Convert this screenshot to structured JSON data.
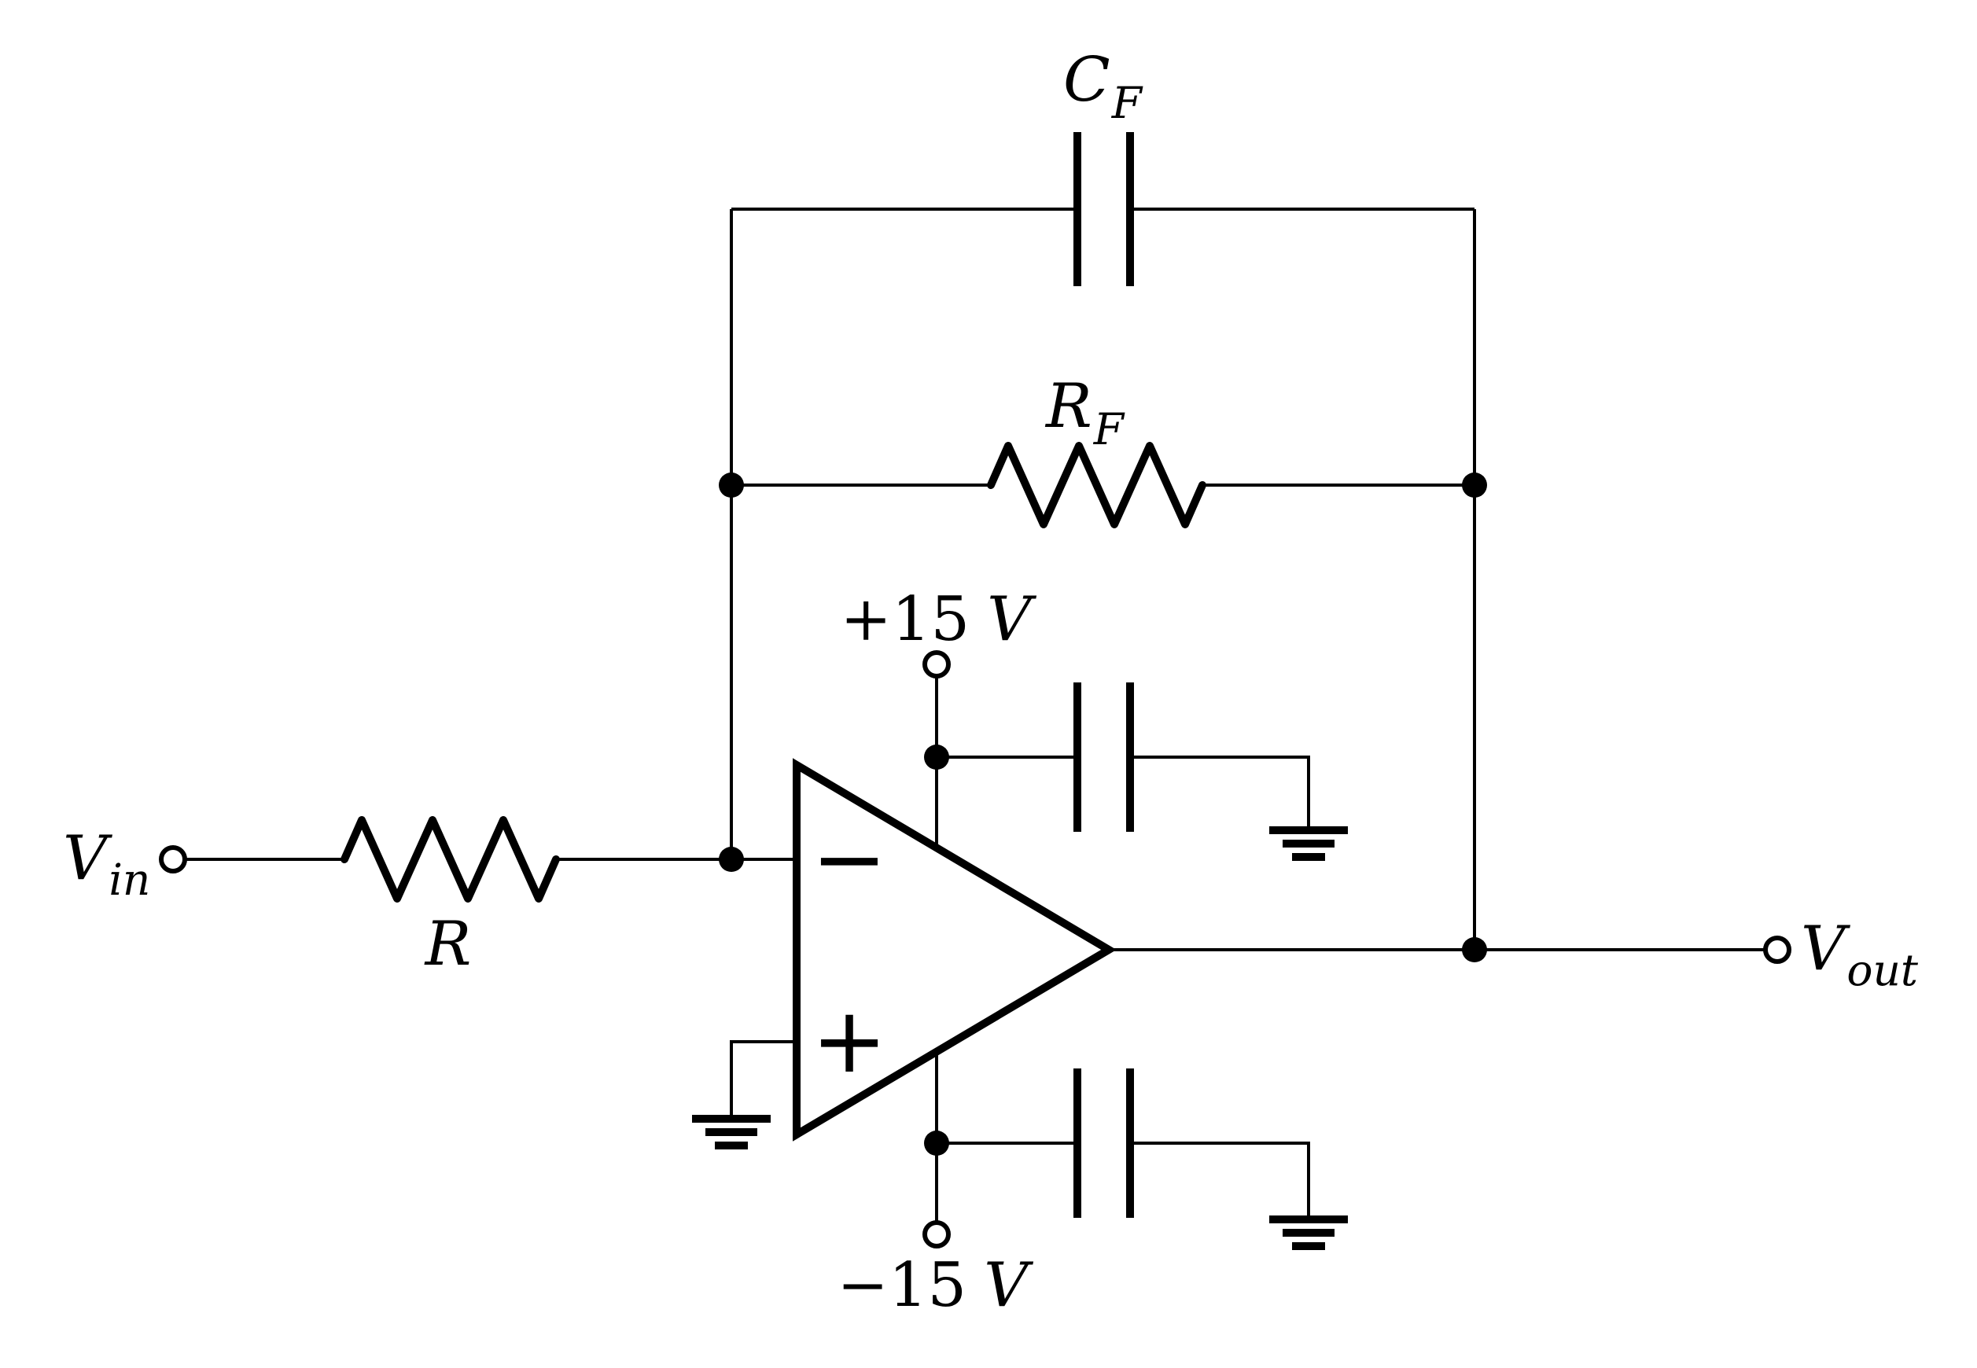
{
  "labels": {
    "input": {
      "symbol": "V",
      "subscript": "in"
    },
    "input_resistor": "R",
    "feedback_capacitor": {
      "symbol": "C",
      "subscript": "F"
    },
    "feedback_resistor": {
      "symbol": "R",
      "subscript": "F"
    },
    "positive_supply": {
      "value": "+15",
      "unit": "V"
    },
    "negative_supply": {
      "value": "−15",
      "unit": "V"
    },
    "output": {
      "symbol": "V",
      "subscript": "out"
    },
    "op_amp": {
      "inverting_input": "−",
      "noninverting_input": "+"
    }
  },
  "colors": {
    "stroke": "#000000",
    "background": "#ffffff"
  }
}
